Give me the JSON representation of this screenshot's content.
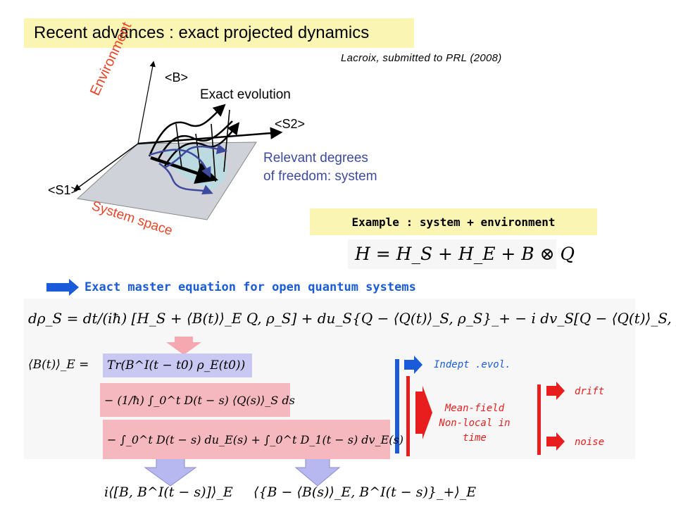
{
  "slide": {
    "title": "Recent advances : exact projected dynamics",
    "citation": "Lacroix, submitted to PRL (2008)"
  },
  "diagram": {
    "environment_label": "Environment",
    "system_space_label": "System space",
    "b_axis": "<B>",
    "s1_axis": "<S1>",
    "s2_axis": "<S2>",
    "exact_evolution": "Exact evolution",
    "relevant_line1": "Relevant degrees",
    "relevant_line2": "of freedom: system",
    "colors": {
      "environment": "#e8452a",
      "system": "#3d4a9e",
      "plane": "#cfd2d8",
      "surface": "#b9dbe2"
    }
  },
  "example": {
    "label": "Example : system + environment",
    "hamiltonian": "H = H_S + H_E + B ⊗ Q"
  },
  "master": {
    "label": "Exact master equation for open quantum systems",
    "equation": "dρ_S = dt/(iħ) [H_S + ⟨B(t)⟩_E Q, ρ_S] + du_S{Q − ⟨Q(t)⟩_S, ρ_S}_+ − i dv_S[Q − ⟨Q(t)⟩_S, ρ_S]",
    "b_lhs": "⟨B(t)⟩_E =",
    "trace_term": "Tr(B^I(t − t0) ρ_E(t0))",
    "meanfield_term": "− (1/ħ) ∫_0^t D(t − s) ⟨Q(s)⟩_S ds",
    "noise_term": "− ∫_0^t D(t − s) du_E(s) + ∫_0^t D_1(t − s) dv_E(s)",
    "kernel_left": "i⟨[B, B^I(t − s)]⟩_E",
    "kernel_right": "⟨{B − ⟨B(s)⟩_E, B^I(t − s)}_+⟩_E"
  },
  "notes": {
    "indept": "Indept .evol.",
    "meanfield_1": "Mean-field",
    "meanfield_2": "Non-local in",
    "meanfield_3": "time",
    "drift": "drift",
    "noise": "noise"
  },
  "colors": {
    "title_bg": "#fbf5b4",
    "blue": "#1a5bd9",
    "red": "#e81e1e",
    "pink": "#f6b8bf",
    "lavender": "#c8c8f2"
  }
}
